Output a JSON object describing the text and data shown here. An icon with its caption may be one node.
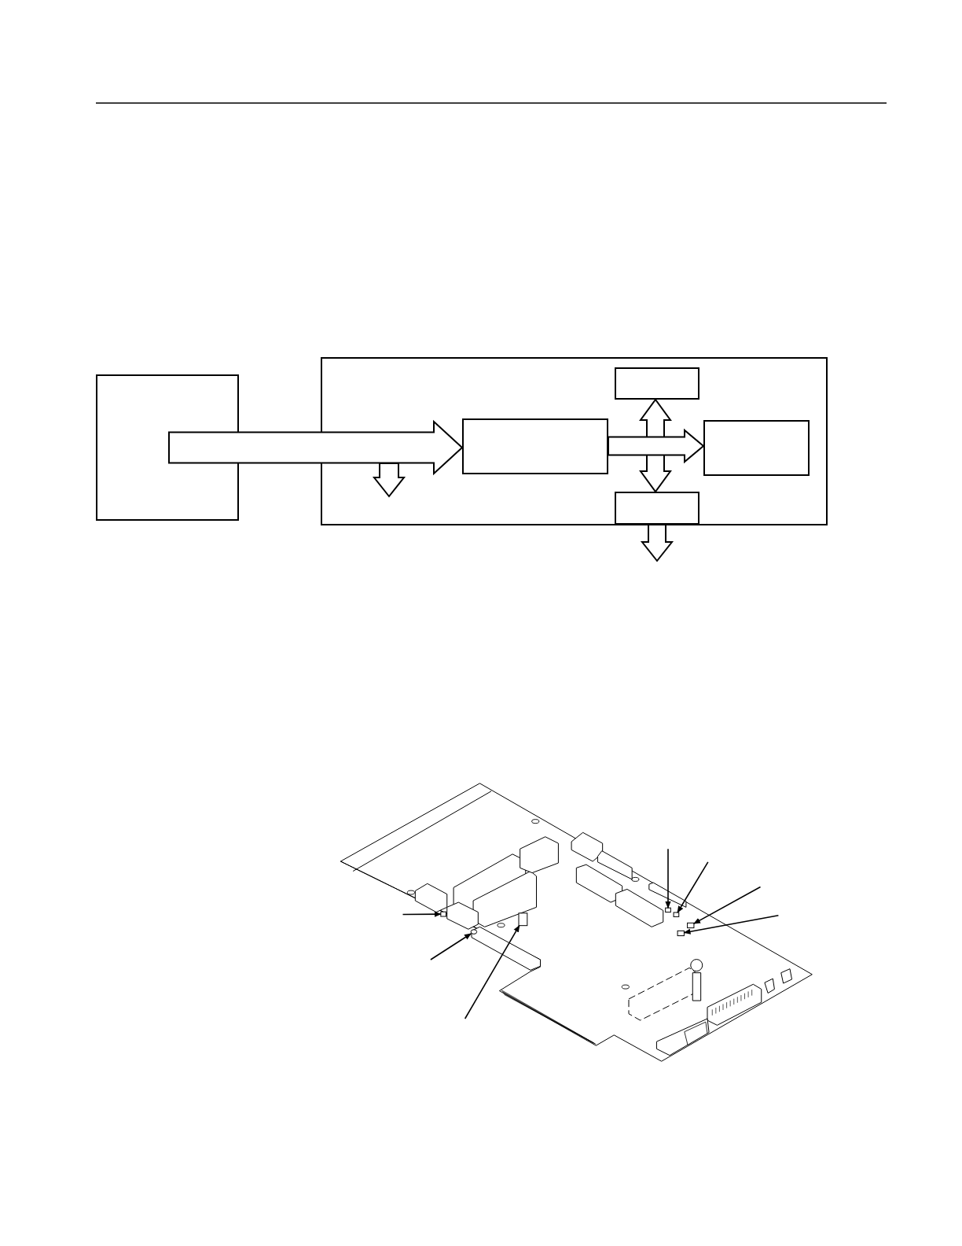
{
  "diagram": {
    "nodes": [
      {
        "text": [],
        "shape": "box"
      },
      {
        "text": [],
        "shape": "box"
      },
      {
        "text": [],
        "shape": "box",
        "in": 1
      },
      {
        "text": [],
        "shape": "box",
        "in": 1
      },
      {
        "text": [],
        "shape": "box",
        "in": 1
      },
      {
        "text": [],
        "shape": "box",
        "in": 1
      },
      {
        "text": [],
        "shape": "picture"
      },
      {
        "text": [],
        "shape": "box",
        "in": 6
      },
      {
        "text": [],
        "shape": "circle",
        "in": 6
      },
      {
        "text": [],
        "shape": "box",
        "in": 6
      },
      {
        "text": [],
        "shape": "box",
        "in": 6
      },
      {
        "text": [],
        "shape": "box",
        "in": 6
      },
      {
        "text": [],
        "shape": "box",
        "in": 6
      },
      {
        "text": [],
        "shape": "box",
        "in": 6
      }
    ],
    "edges": [
      {
        "from": 0,
        "to": 3,
        "arrow": "to"
      },
      {
        "from": 2,
        "to": 5,
        "arrow": "both"
      },
      {
        "from": 3,
        "to": 4,
        "arrow": "to"
      },
      {
        "from": 5,
        "to": null,
        "arrow": "to"
      },
      {
        "from": null,
        "to": 7,
        "arrow": "to"
      },
      {
        "from": null,
        "to": 8,
        "arrow": "to"
      },
      {
        "from": null,
        "to": 9,
        "arrow": "to"
      },
      {
        "from": null,
        "to": 10,
        "arrow": "to"
      },
      {
        "from": null,
        "to": 11,
        "arrow": "to"
      },
      {
        "from": null,
        "to": 12,
        "arrow": "to"
      },
      {
        "from": null,
        "to": 13,
        "arrow": "to"
      }
    ]
  }
}
